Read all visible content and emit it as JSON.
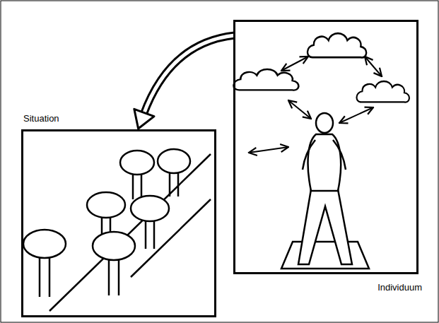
{
  "diagram": {
    "nodes": [
      {
        "text": [
          "Situation"
        ]
      },
      {
        "text": [
          "Individuum"
        ]
      }
    ],
    "edges": [
      {
        "from": 1,
        "to": 0,
        "arrow": "to"
      }
    ]
  }
}
